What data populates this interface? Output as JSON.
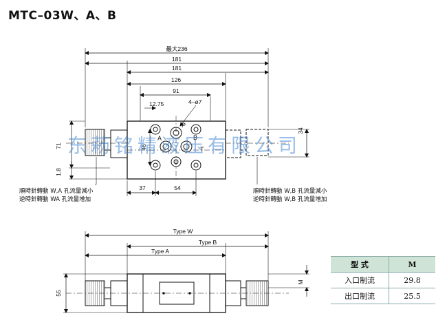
{
  "title": "MTC–03W、A、B",
  "watermark": "东菞铭精液压有限公司",
  "dimensions": {
    "max_width": "最大236",
    "d181_top": "181",
    "d181_b": "181",
    "d126": "126",
    "d91": "91",
    "d12_75": "12.75",
    "holes": "4–ø7",
    "d71": "71",
    "d46": "46",
    "d1_8": "1.8",
    "d37": "37",
    "d54": "54",
    "d34": "34",
    "d55": "55",
    "m": "M"
  },
  "port_labels": {
    "p": "P",
    "a": "A",
    "b": "B",
    "t": "T"
  },
  "notes": {
    "left_1": "順時針轉動 W,A 孔流量減小",
    "left_2": "逆時針轉動 WA 孔流量增加",
    "right_1": "順時針轉動 W,B 孔流量減小",
    "right_2": "逆時針轉動 W,B 孔流量增加"
  },
  "bottom": {
    "type_w": "Type W",
    "type_b": "Type B",
    "type_a": "Type A"
  },
  "table": {
    "header": [
      "型 式",
      "M"
    ],
    "rows": [
      [
        "入口制流",
        "29.8"
      ],
      [
        "出口制流",
        "25.5"
      ]
    ]
  }
}
